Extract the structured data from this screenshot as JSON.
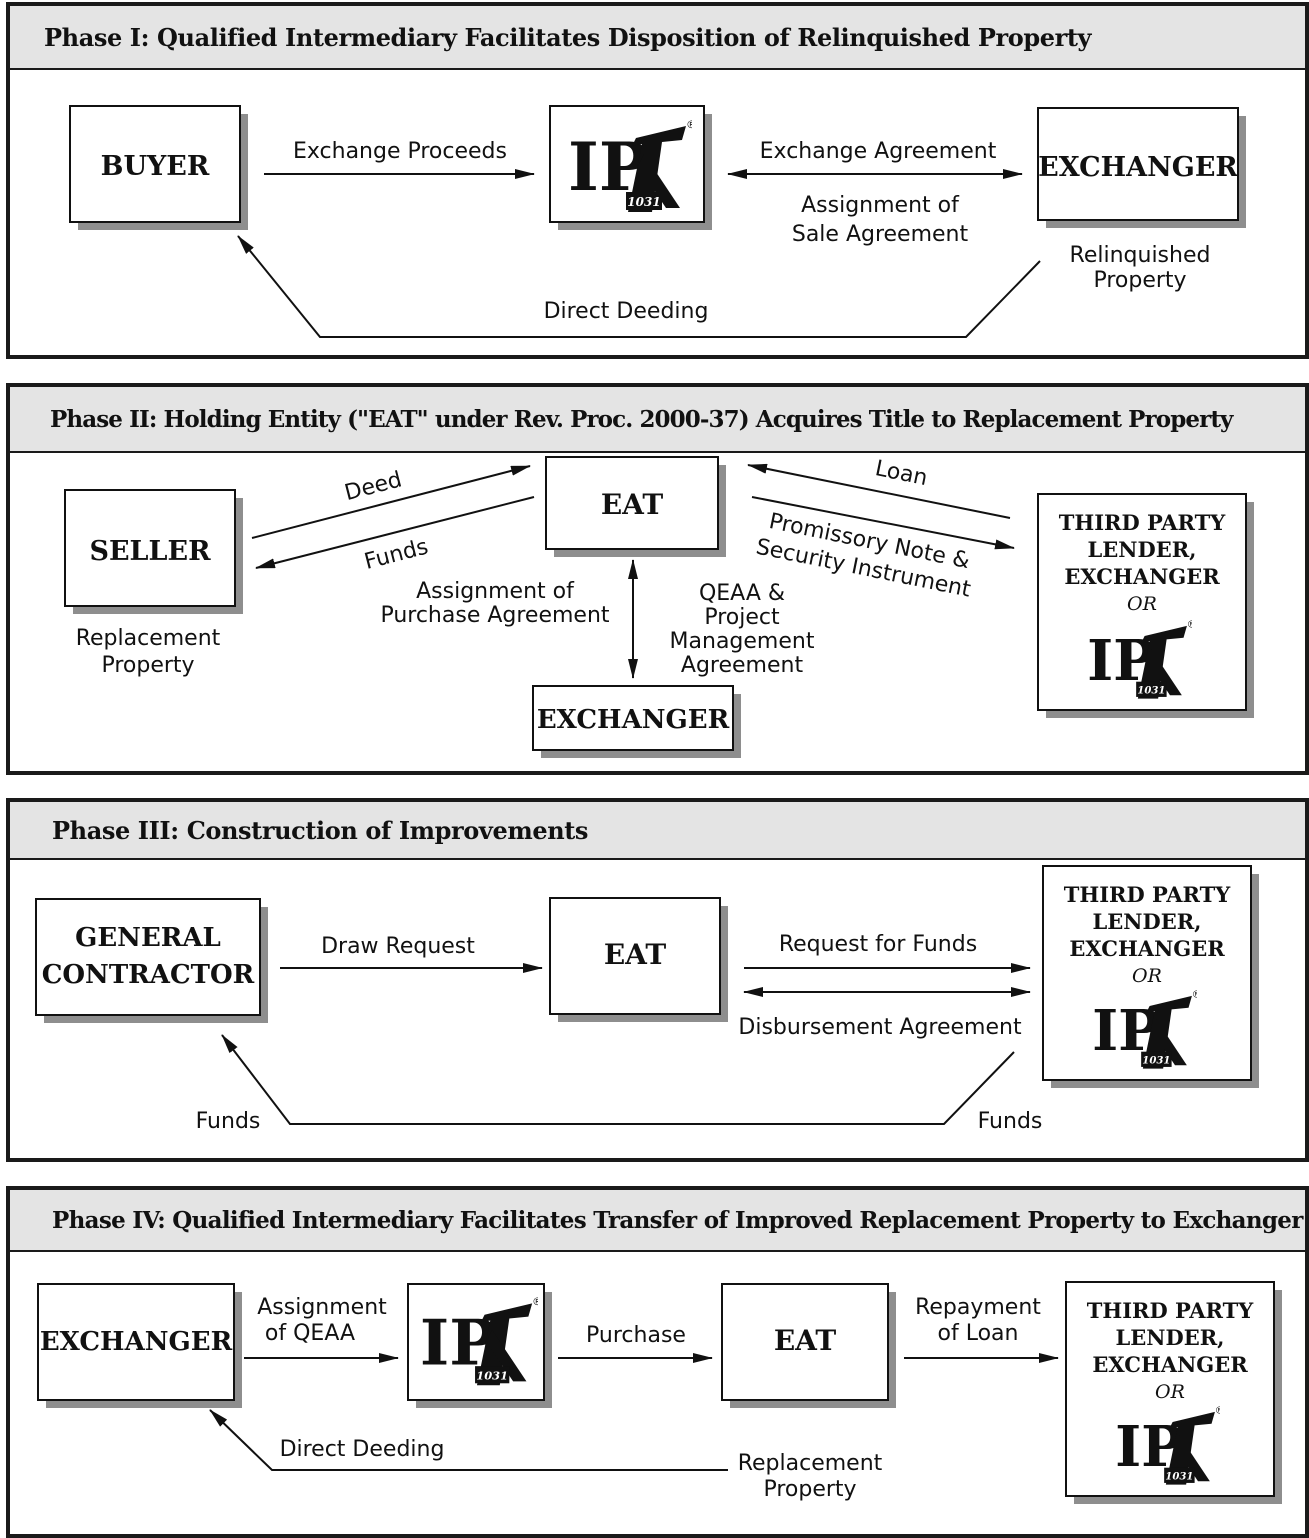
{
  "phase1": {
    "title_lead": "Phase I:",
    "title_rest": " Qualified Intermediary Facilitates Disposition of Relinquished Property",
    "buyer": "BUYER",
    "exchanger": "EXCHANGER",
    "exchange_proceeds": "Exchange Proceeds",
    "exchange_agreement": "Exchange Agreement",
    "assignment_line1": "Assignment of",
    "assignment_line2": "Sale Agreement",
    "relinquished_line1": "Relinquished",
    "relinquished_line2": "Property",
    "direct_deeding": "Direct Deeding"
  },
  "phase2": {
    "title_lead": "Phase II:",
    "title_rest": " Holding Entity (\"EAT\" under Rev. Proc. 2000-37) Acquires Title to Replacement Property",
    "seller": "SELLER",
    "eat": "EAT",
    "exchanger": "EXCHANGER",
    "lender_line1": "THIRD PARTY",
    "lender_line2": "LENDER,",
    "lender_line3": "EXCHANGER",
    "lender_or": "OR",
    "deed": "Deed",
    "funds": "Funds",
    "loan": "Loan",
    "note_line1": "Promissory Note &",
    "note_line2": "Security Instrument",
    "assign_line1": "Assignment of",
    "assign_line2": "Purchase Agreement",
    "qeaa_line1": "QEAA &",
    "qeaa_line2": "Project",
    "qeaa_line3": "Management",
    "qeaa_line4": "Agreement",
    "replacement_line1": "Replacement",
    "replacement_line2": "Property"
  },
  "phase3": {
    "title_lead": "Phase III:",
    "title_rest": " Construction of Improvements",
    "contractor_line1": "GENERAL",
    "contractor_line2": "CONTRACTOR",
    "eat": "EAT",
    "lender_line1": "THIRD PARTY",
    "lender_line2": "LENDER,",
    "lender_line3": "EXCHANGER",
    "lender_or": "OR",
    "draw_request": "Draw Request",
    "request_for_funds": "Request for Funds",
    "disbursement": "Disbursement Agreement",
    "funds_left": "Funds",
    "funds_right": "Funds"
  },
  "phase4": {
    "title_lead": "Phase IV:",
    "title_rest": " Qualified Intermediary Facilitates Transfer of Improved Replacement Property to Exchanger",
    "exchanger": "EXCHANGER",
    "eat": "EAT",
    "lender_line1": "THIRD PARTY",
    "lender_line2": "LENDER,",
    "lender_line3": "EXCHANGER",
    "lender_or": "OR",
    "assign_line1": "Assignment",
    "assign_line2": "of QEAA",
    "purchase": "Purchase",
    "repay_line1": "Repayment",
    "repay_line2": "of Loan",
    "direct_deeding": "Direct Deeding",
    "replacement_line1": "Replacement",
    "replacement_line2": "Property"
  },
  "logo": {
    "text": "IP",
    "mark": "X",
    "sub": "1031",
    "reg": "®"
  }
}
